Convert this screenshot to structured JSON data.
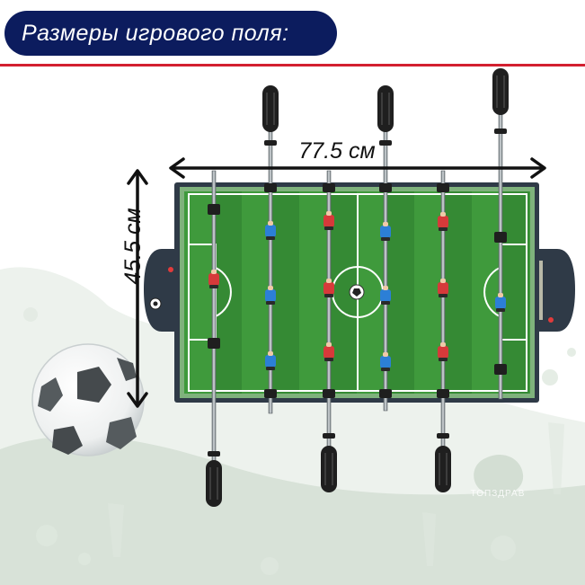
{
  "header": {
    "title": "Размеры игрового поля:"
  },
  "dimensions": {
    "width_label": "77.5 см",
    "height_label": "45.5 см"
  },
  "watermark": {
    "text": "ТОПЗДРАВ"
  },
  "colors": {
    "header_bg": "#0c1c5e",
    "header_rule": "#d32030",
    "pitch_green": "#3f9a3c",
    "team_red": "#d63a3a",
    "team_blue": "#2c7fd6",
    "table_frame": "#2f3a47",
    "splash": "#dfe8df"
  },
  "icons": [
    "soccer-ball-icon",
    "dimension-arrow-icon"
  ]
}
